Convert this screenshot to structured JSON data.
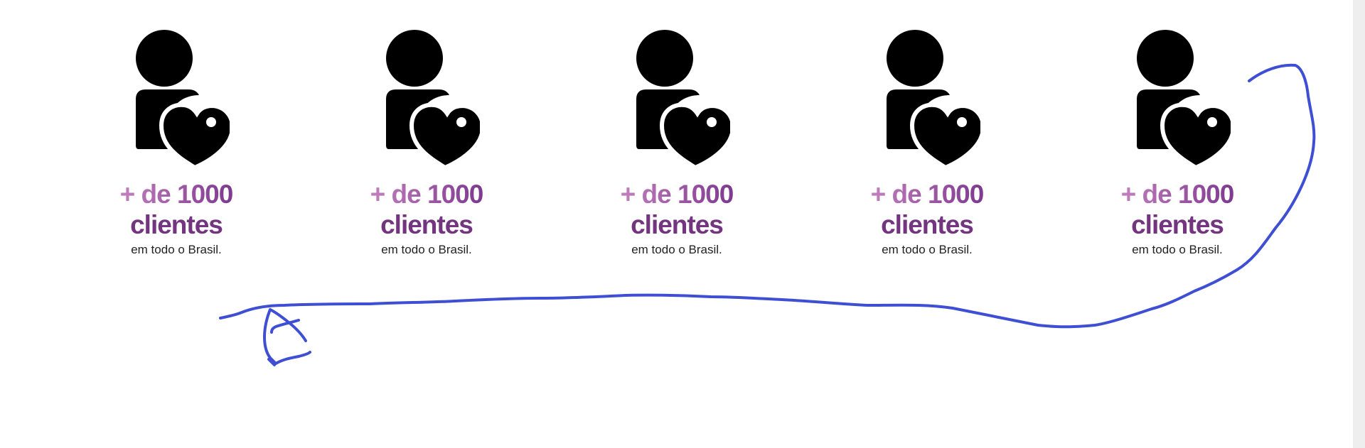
{
  "cards": [
    {
      "plus": "+ de",
      "count": "1000",
      "noun": "clientes",
      "subtitle": "em todo o Brasil.",
      "icon": "user-heart-icon"
    },
    {
      "plus": "+ de",
      "count": "1000",
      "noun": "clientes",
      "subtitle": "em todo o Brasil.",
      "icon": "user-heart-icon"
    },
    {
      "plus": "+ de",
      "count": "1000",
      "noun": "clientes",
      "subtitle": "em todo o Brasil.",
      "icon": "user-heart-icon"
    },
    {
      "plus": "+ de",
      "count": "1000",
      "noun": "clientes",
      "subtitle": "em todo o Brasil.",
      "icon": "user-heart-icon"
    },
    {
      "plus": "+ de",
      "count": "1000",
      "noun": "clientes",
      "subtitle": "em todo o Brasil.",
      "icon": "user-heart-icon"
    }
  ],
  "colors": {
    "headline_start": "#c27fc0",
    "headline_end": "#7d3b8e",
    "headline_noun": "#73357f",
    "annotation_stroke": "#3f4fd4"
  },
  "annotation": {
    "type": "hand-drawn-arrow",
    "direction": "right-to-left"
  }
}
